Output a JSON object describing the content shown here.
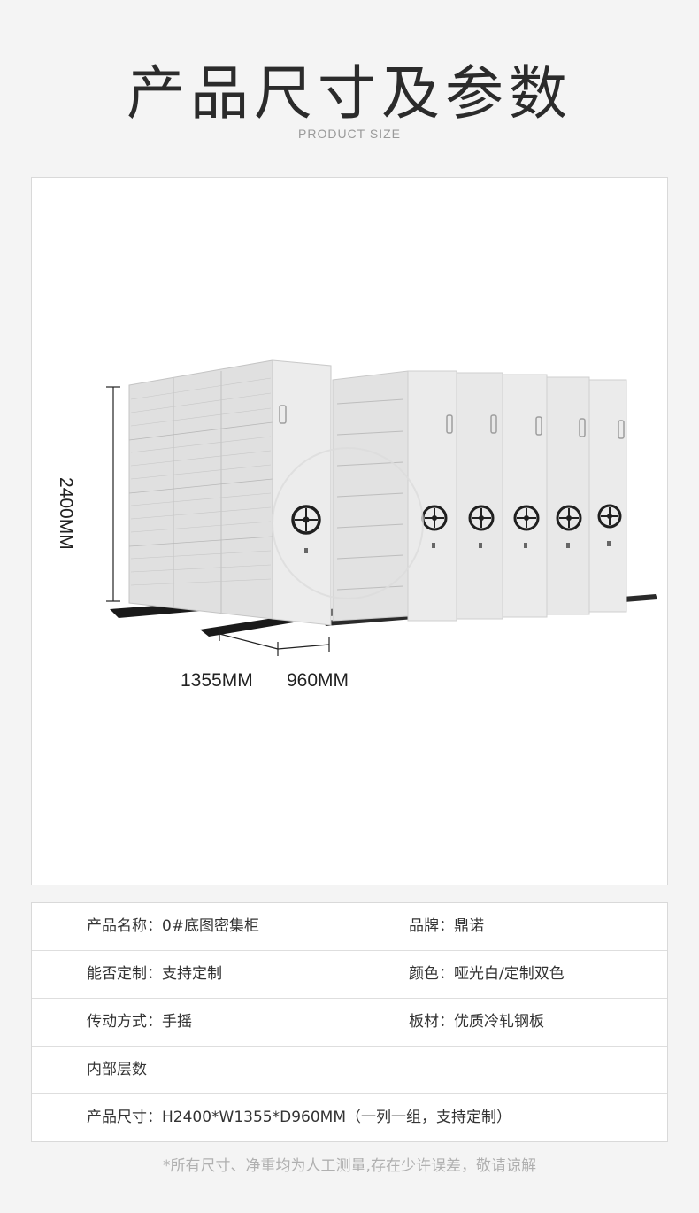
{
  "header": {
    "title": "产品尺寸及参数",
    "subtitle": "PRODUCT SIZE"
  },
  "dimensions": {
    "height_label": "2400MM",
    "width_label": "1355MM",
    "depth_label": "960MM"
  },
  "specs": [
    {
      "left": "产品名称：0#底图密集柜",
      "right": "品牌：鼎诺"
    },
    {
      "left": "能否定制：支持定制",
      "right": "颜色：哑光白/定制双色"
    },
    {
      "left": "传动方式：手摇",
      "right": "板材：优质冷轧钢板"
    },
    {
      "left": "内部层数",
      "right": ""
    },
    {
      "left": "产品尺寸：H2400*W1355*D960MM（一列一组，支持定制）",
      "right": ""
    }
  ],
  "footnote": "*所有尺寸、净重均为人工测量,存在少许误差，敬请谅解",
  "colors": {
    "cabinet_body": "#e9e9e9",
    "cabinet_shadow": "#d6d6d6",
    "handwheel": "#1f1f1f"
  }
}
